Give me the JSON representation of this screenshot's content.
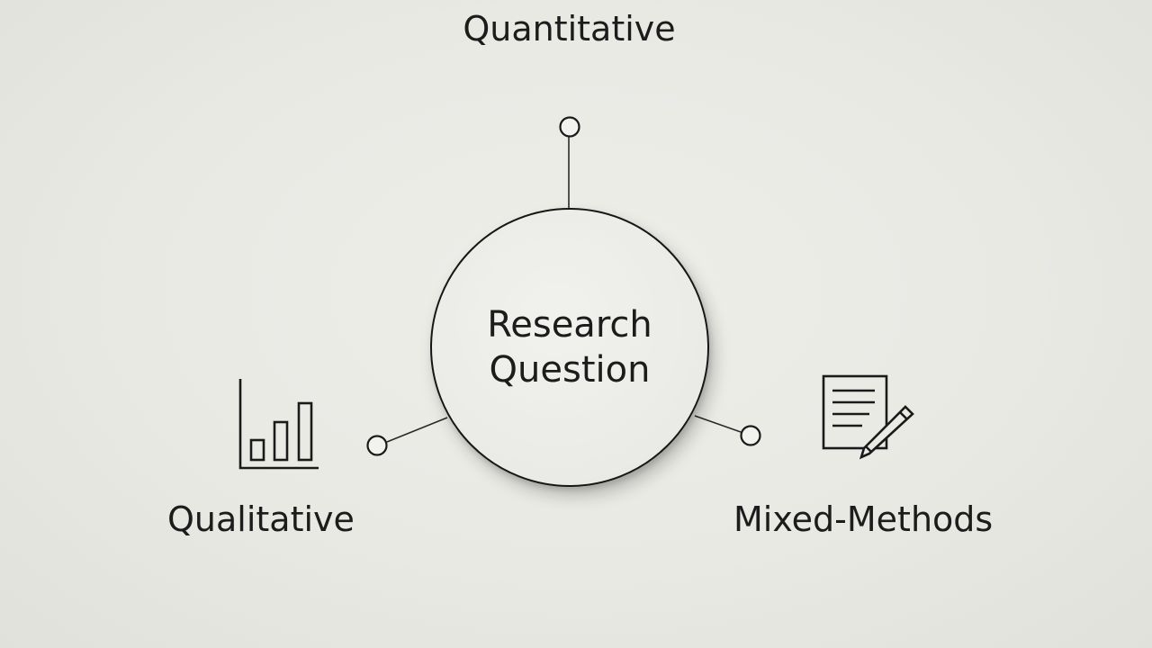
{
  "center": {
    "label": "Research\nQuestion"
  },
  "branches": {
    "top": {
      "label": "Quantitative"
    },
    "left": {
      "label": "Qualitative",
      "icon": "bar-chart-icon"
    },
    "right": {
      "label": "Mixed-Methods",
      "icon": "document-pen-icon"
    }
  },
  "colors": {
    "stroke": "#161616",
    "background": "#e9e9e4"
  }
}
